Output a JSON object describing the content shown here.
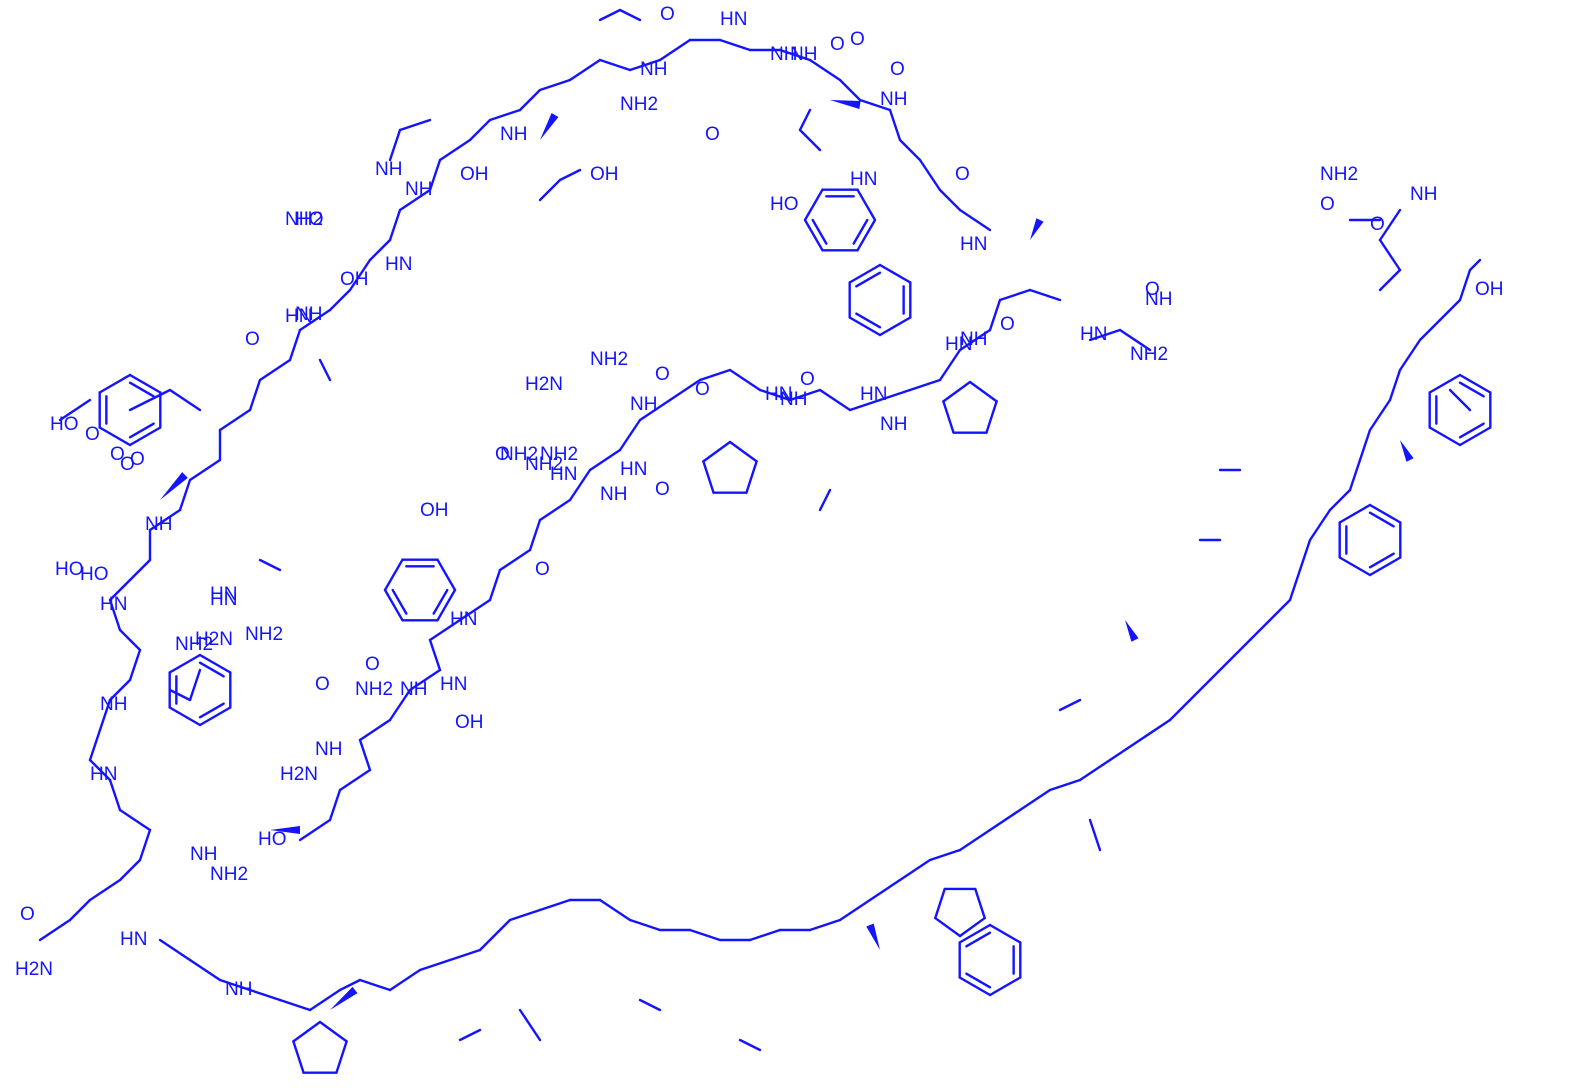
{
  "diagram": {
    "colors": {
      "structure": "#1414ff",
      "background": "#ffffff"
    },
    "labels": [
      "H2N",
      "HO",
      "OH",
      "NH",
      "HN",
      "NH2",
      "O",
      "NH",
      "O",
      "OH",
      "HO",
      "OH",
      "NH2",
      "HN",
      "NH",
      "H2N",
      "O",
      "O",
      "NH2",
      "HO",
      "HN",
      "NH2",
      "NH",
      "O",
      "NH",
      "HN",
      "H2N",
      "HN",
      "NH",
      "O",
      "NH2",
      "HN",
      "OH",
      "NH",
      "HO",
      "NH",
      "HN",
      "O",
      "HO",
      "HN",
      "NH",
      "O",
      "OH",
      "NH",
      "HN",
      "NH2",
      "NH2",
      "HN",
      "O",
      "NH",
      "HN",
      "O",
      "NH",
      "NH",
      "HN",
      "O",
      "O",
      "H2N",
      "NH2",
      "O",
      "O",
      "NH2",
      "HN",
      "NH",
      "HO",
      "HN",
      "O",
      "NH",
      "HN",
      "O",
      "NH",
      "O",
      "HN",
      "NH",
      "O",
      "O",
      "NH",
      "O",
      "NH2",
      "NH2",
      "HN",
      "NH",
      "O",
      "O",
      "HN",
      "NH",
      "O",
      "O",
      "NH2",
      "NH",
      "OH"
    ]
  }
}
